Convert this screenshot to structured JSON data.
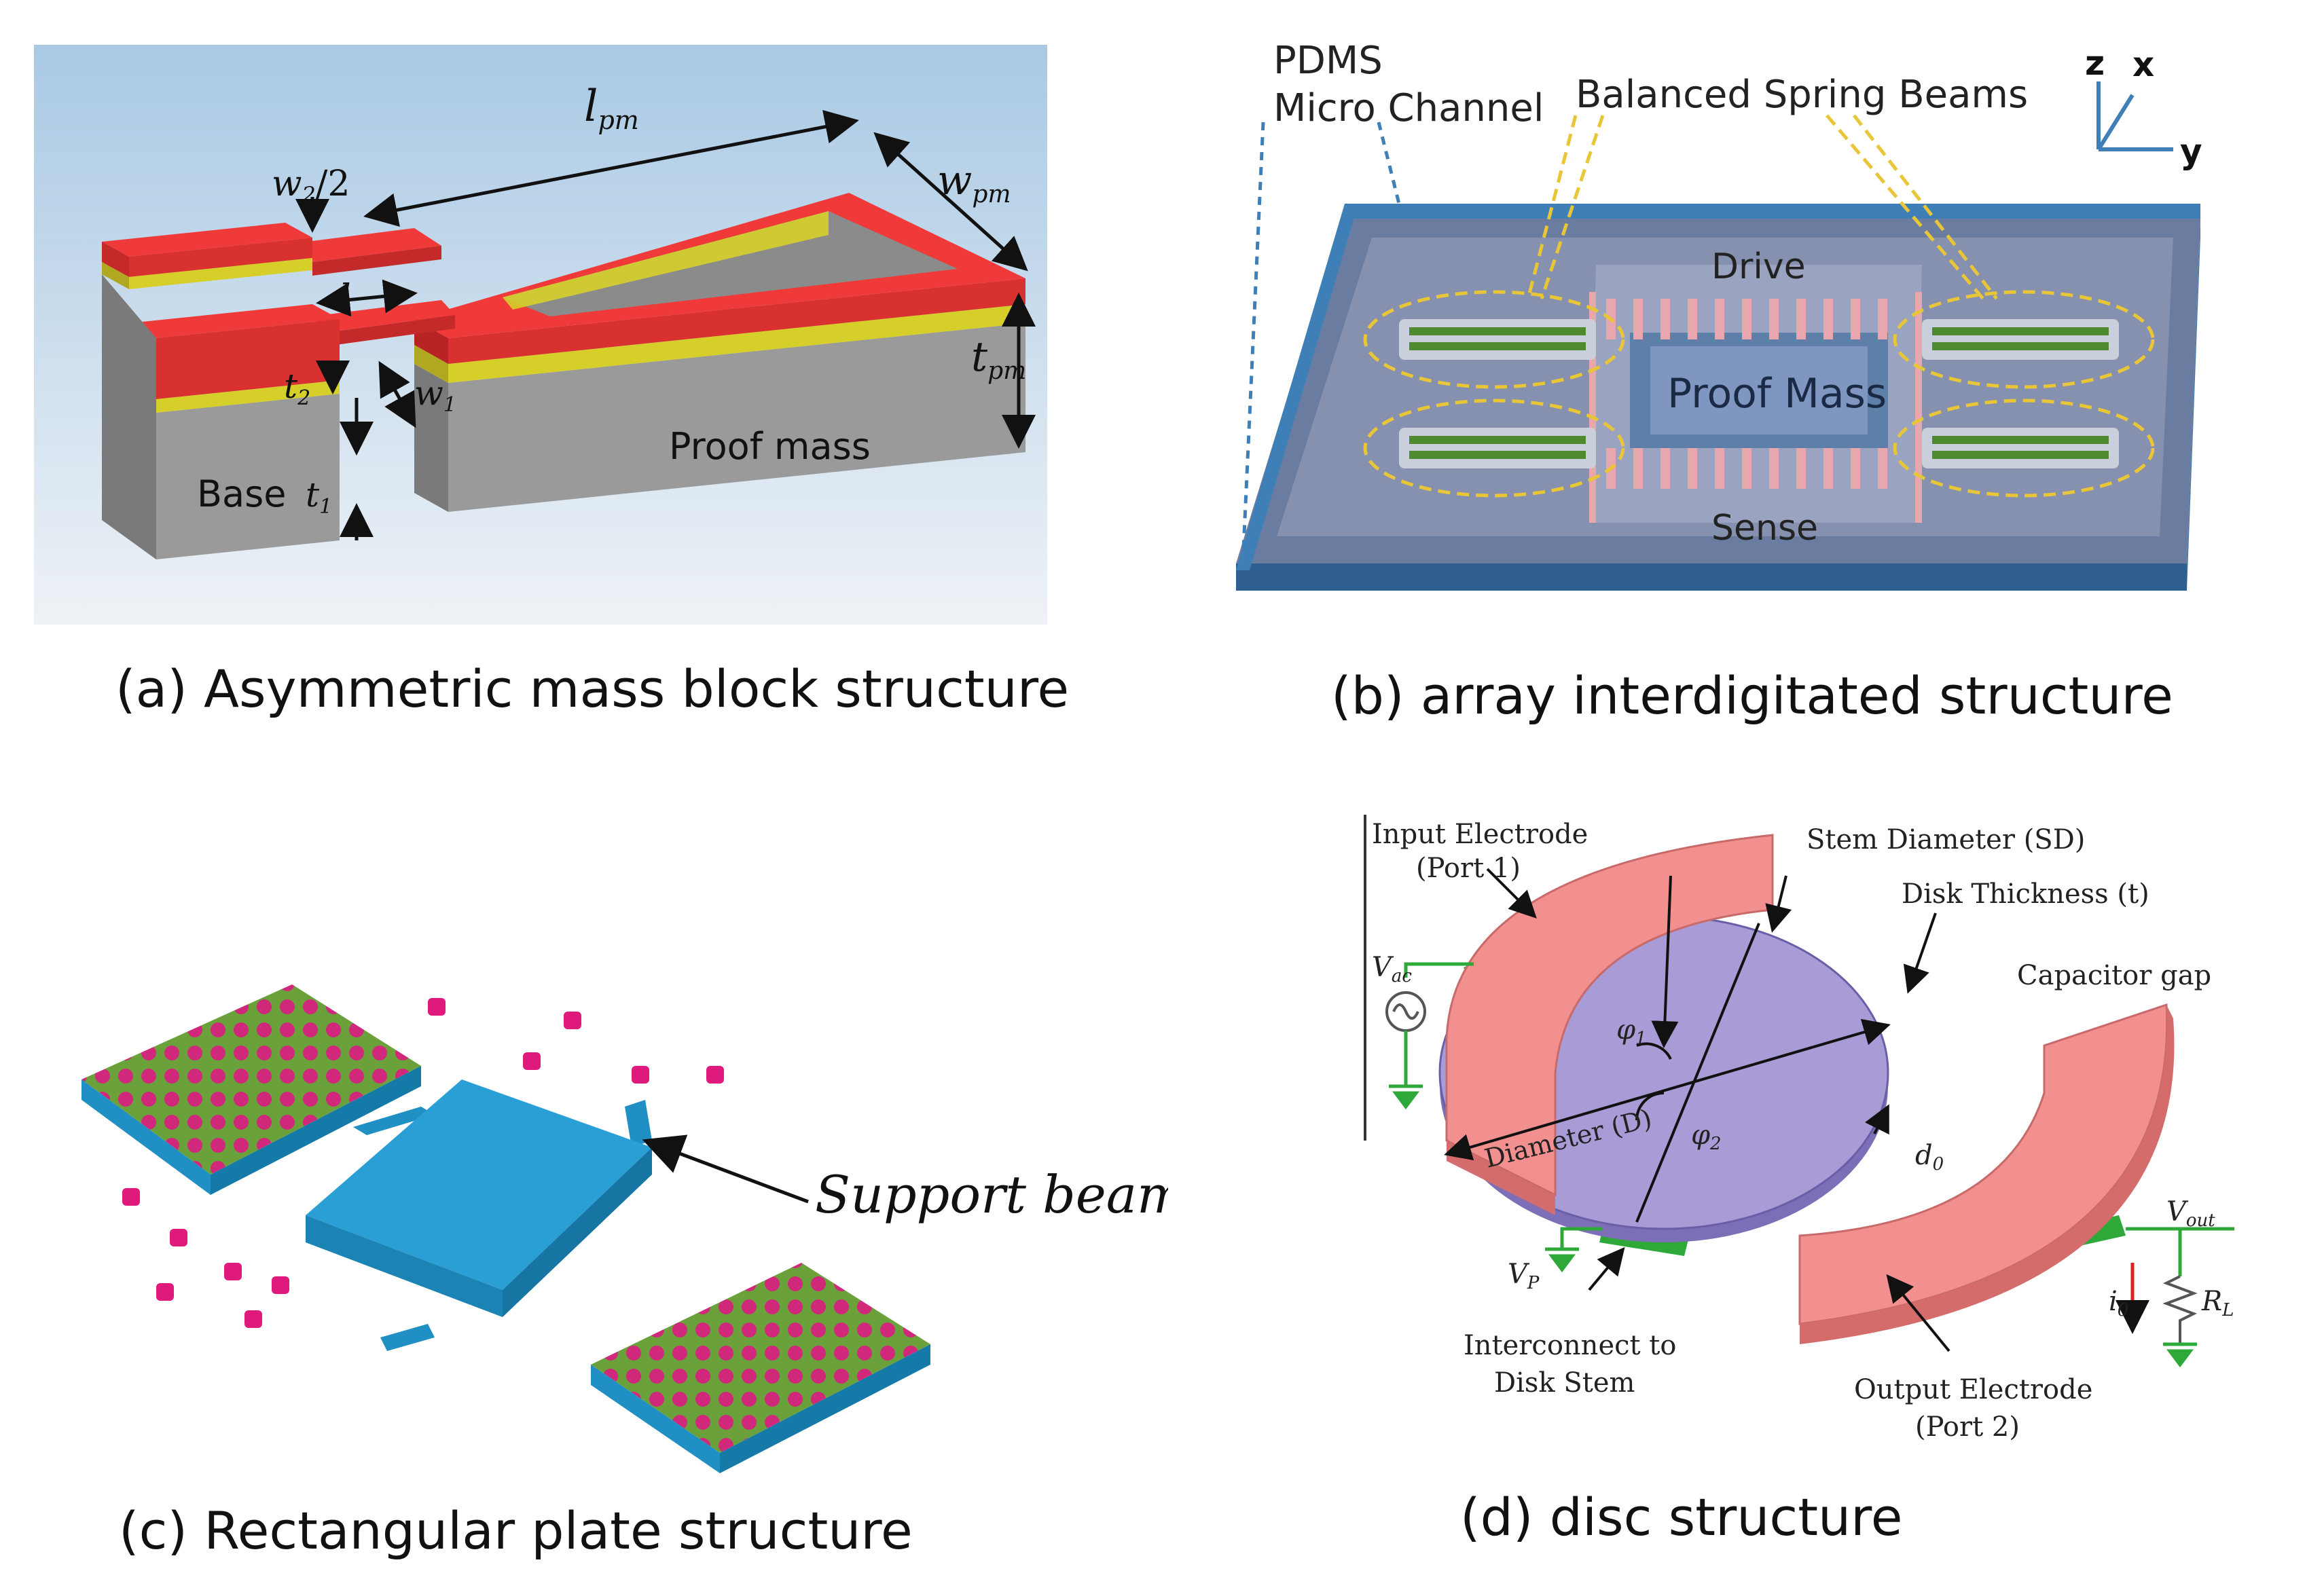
{
  "panel_a": {
    "caption": "(a) Asymmetric mass block structure",
    "labels": {
      "l_pm": "l",
      "l_pm_sub": "pm",
      "w_pm": "w",
      "w_pm_sub": "pm",
      "t_pm": "t",
      "t_pm_sub": "pm",
      "w2": "w",
      "w2_sub": "2",
      "w2_suffix": "/2",
      "l": "l",
      "t2": "t",
      "t2_sub": "2",
      "w1": "w",
      "w1_sub": "1",
      "t1": "t",
      "t1_sub": "1",
      "proof_mass": "Proof mass",
      "base": "Base"
    },
    "colors": {
      "red": "#f03a3a",
      "yellow": "#d6cf2a",
      "gray": "#8d8d8d",
      "bg": "#bfd7ea"
    }
  },
  "panel_b": {
    "caption": "(b) array interdigitated structure",
    "labels": {
      "pdms_1": "PDMS",
      "pdms_2": "Micro Channel",
      "balanced": "Balanced Spring Beams",
      "drive": "Drive",
      "proof_mass": "Proof Mass",
      "sense": "Sense",
      "axis_z": "z",
      "axis_x": "x",
      "axis_y": "y"
    },
    "colors": {
      "base": "#4c6f95",
      "inner": "#7b86a6",
      "green": "#4f8a2e",
      "pink": "#e8a6ae"
    }
  },
  "panel_c": {
    "caption": "(c) Rectangular plate structure",
    "labels": {
      "support_beam": "Support beam"
    },
    "colors": {
      "plate": "#1f8fc4",
      "dot": "#e0197d",
      "grid": "#6aa13a"
    }
  },
  "panel_d": {
    "caption": "(d) disc structure",
    "labels": {
      "input_1": "Input Electrode",
      "input_2": "(Port 1)",
      "stem": "Stem Diameter (SD)",
      "thickness": "Disk Thickness (t)",
      "cap_gap": "Capacitor gap",
      "v_ac": "V",
      "v_ac_sub": "ac",
      "phi1": "φ",
      "phi1_sub": "1",
      "phi2": "φ",
      "phi2_sub": "2",
      "diameter": "Diameter (D)",
      "d0": "d",
      "d0_sub": "0",
      "v_p": "V",
      "v_p_sub": "P",
      "v_out": "V",
      "v_out_sub": "out",
      "i0": "i",
      "i0_sub": "0",
      "rl": "R",
      "rl_sub": "L",
      "interconnect_1": "Interconnect to",
      "interconnect_2": "Disk Stem",
      "output_1": "Output Electrode",
      "output_2": "(Port 2)"
    },
    "colors": {
      "electrode": "#f29090",
      "disk": "#a89bd6",
      "green": "#2fa83a"
    }
  }
}
